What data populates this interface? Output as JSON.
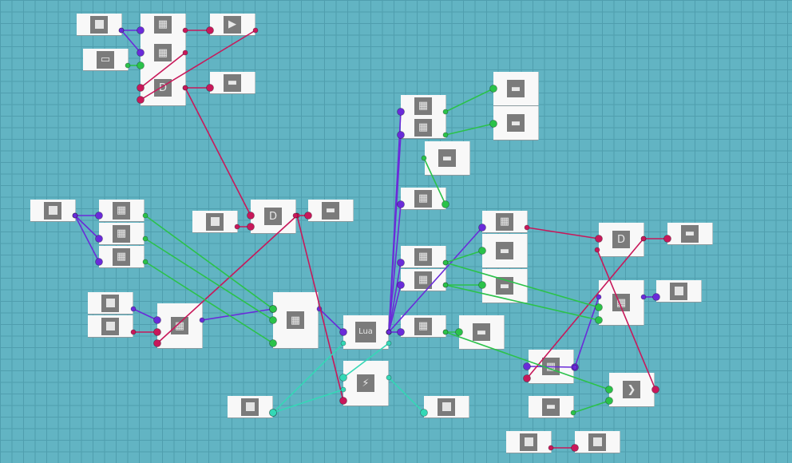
{
  "colors": {
    "purple": "#6a2bd9",
    "crimson": "#c8185a",
    "green": "#2bc24a",
    "cyan": "#34d8b6",
    "node_bg": "#f8f8f8",
    "icon_bg": "#7b7b7b"
  },
  "nodes": [
    {
      "id": "n1",
      "icon": "square"
    },
    {
      "id": "n2",
      "icon": "memory-read"
    },
    {
      "id": "n3",
      "icon": "speaker"
    },
    {
      "id": "n4",
      "icon": "slider"
    },
    {
      "id": "n5",
      "icon": "memory-read"
    },
    {
      "id": "n6",
      "icon": "and-gate"
    },
    {
      "id": "n7",
      "icon": "message"
    },
    {
      "id": "n8",
      "icon": "memory-read"
    },
    {
      "id": "n9",
      "icon": "memory-read"
    },
    {
      "id": "n10",
      "icon": "message"
    },
    {
      "id": "n11",
      "icon": "message"
    },
    {
      "id": "n12",
      "icon": "message"
    },
    {
      "id": "n13",
      "icon": "memory-read"
    },
    {
      "id": "n14",
      "icon": "square"
    },
    {
      "id": "n15",
      "icon": "memory-read"
    },
    {
      "id": "n16",
      "icon": "memory-read"
    },
    {
      "id": "n17",
      "icon": "memory-read"
    },
    {
      "id": "n18",
      "icon": "square"
    },
    {
      "id": "n19",
      "icon": "and-gate"
    },
    {
      "id": "n20",
      "icon": "message"
    },
    {
      "id": "n21",
      "icon": "memory-read"
    },
    {
      "id": "n22",
      "icon": "message"
    },
    {
      "id": "n23",
      "icon": "message"
    },
    {
      "id": "n24",
      "icon": "memory-read"
    },
    {
      "id": "n25",
      "icon": "memory-read"
    },
    {
      "id": "n26",
      "icon": "and-gate"
    },
    {
      "id": "n27",
      "icon": "message"
    },
    {
      "id": "n28",
      "icon": "memory-write"
    },
    {
      "id": "n29",
      "icon": "square"
    },
    {
      "id": "n30",
      "icon": "square"
    },
    {
      "id": "n31",
      "icon": "square"
    },
    {
      "id": "n32",
      "icon": "memory-write"
    },
    {
      "id": "n33",
      "icon": "memory-write"
    },
    {
      "id": "n34",
      "icon": "lua",
      "label": "Lua"
    },
    {
      "id": "n35",
      "icon": "memory-read"
    },
    {
      "id": "n36",
      "icon": "message"
    },
    {
      "id": "n37",
      "icon": "monitor"
    },
    {
      "id": "n38",
      "icon": "square"
    },
    {
      "id": "n39",
      "icon": "square"
    },
    {
      "id": "n40",
      "icon": "memory-write"
    },
    {
      "id": "n41",
      "icon": "play"
    },
    {
      "id": "n42",
      "icon": "minus"
    },
    {
      "id": "n43",
      "icon": "square"
    },
    {
      "id": "n44",
      "icon": "square"
    }
  ]
}
